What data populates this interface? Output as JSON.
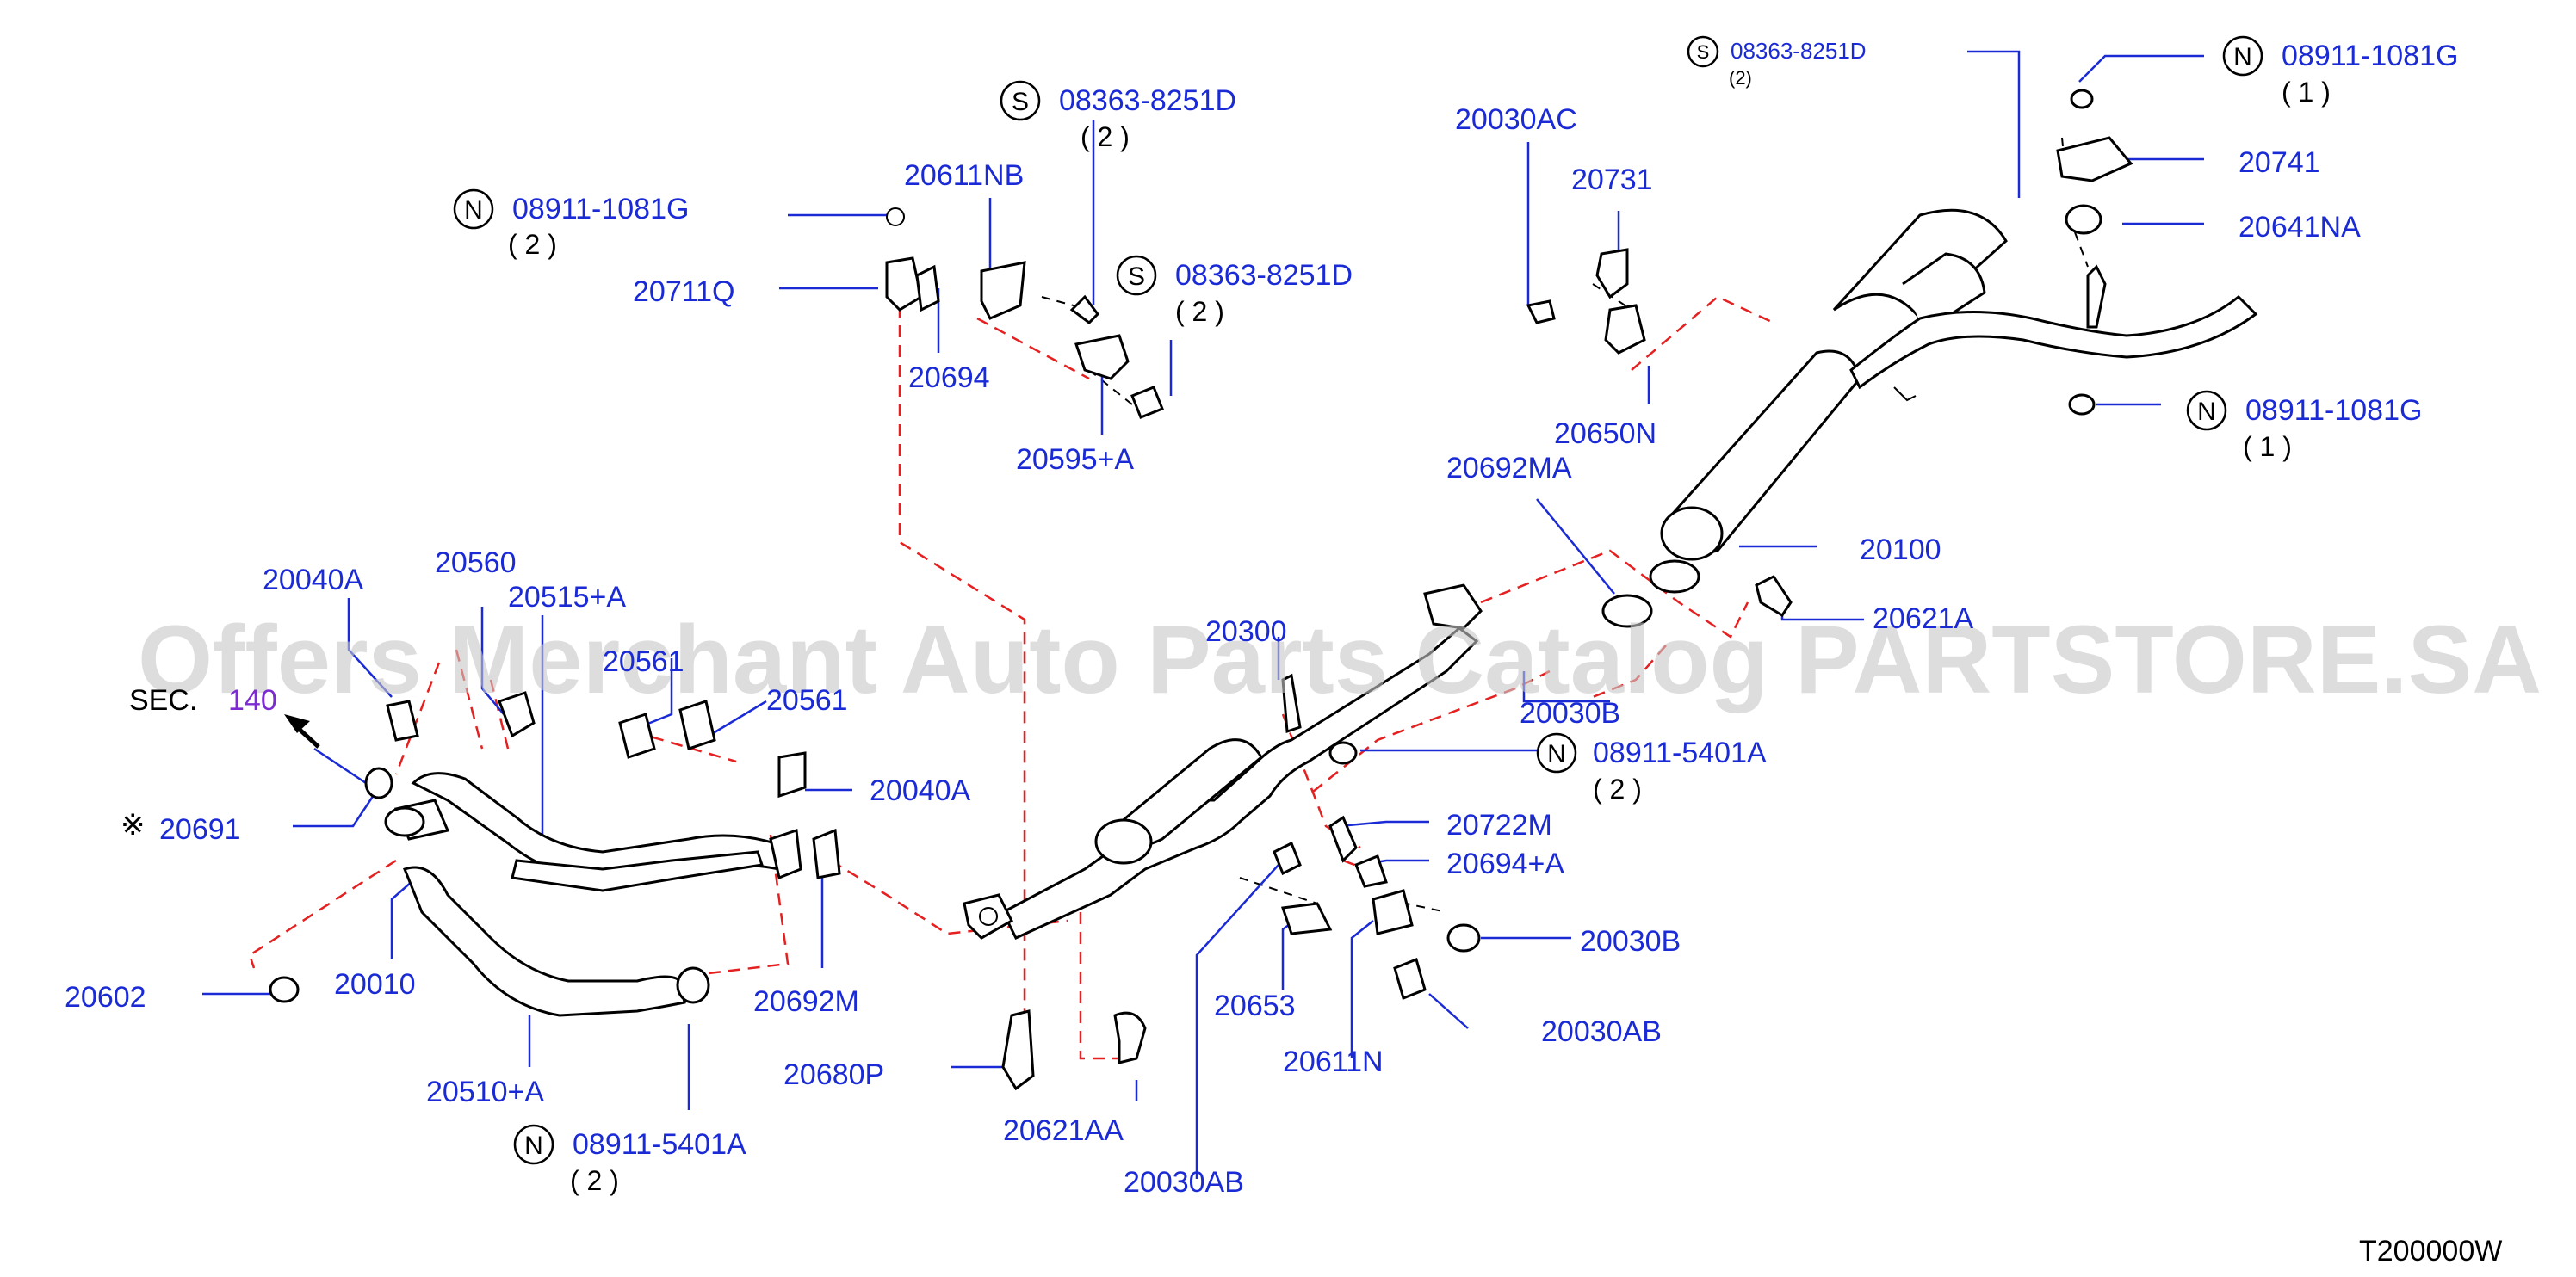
{
  "diagram": {
    "watermark": "Offers Merchant Auto Parts Catalog PARTSTORE.SA",
    "code": "T200000W",
    "sec": {
      "prefix": "SEC.",
      "number": "140"
    },
    "asterisk": "※",
    "labels": {
      "p20030AC": "20030AC",
      "p20731": "20731",
      "p20650N": "20650N",
      "p20692MA": "20692MA",
      "p20100": "20100",
      "p20621A": "20621A",
      "p20741": "20741",
      "p20641NA": "20641NA",
      "p20611NB": "20611NB",
      "p20711Q": "20711Q",
      "p20694": "20694",
      "p20595A": "20595+A",
      "p20040A_top": "20040A",
      "p20560": "20560",
      "p20515A": "20515+A",
      "p20561_a": "20561",
      "p20561_b": "20561",
      "p20691": "20691",
      "p20040A_mid": "20040A",
      "p20602": "20602",
      "p20010": "20010",
      "p20692M": "20692M",
      "p20510A": "20510+A",
      "p20680P": "20680P",
      "p20621AA": "20621AA",
      "p20030AB_bottom": "20030AB",
      "p20300": "20300",
      "p20030B_top": "20030B",
      "p20722M": "20722M",
      "p20694A": "20694+A",
      "p20030B_bottom": "20030B",
      "p20653": "20653",
      "p20611N": "20611N",
      "p20030AB_right": "20030AB"
    },
    "callouts": {
      "s_top_left": {
        "marker": "S",
        "part": "08363-8251D",
        "qty": "( 2 )"
      },
      "n_top_left": {
        "marker": "N",
        "part": "08911-1081G",
        "qty": "( 2 )"
      },
      "s_mid_left": {
        "marker": "S",
        "part": "08363-8251D",
        "qty": "( 2 )"
      },
      "s_top_right": {
        "marker": "S",
        "part": "08363-8251D",
        "qty": "(2)"
      },
      "n_top_right": {
        "marker": "N",
        "part": "08911-1081G",
        "qty": "( 1 )"
      },
      "n_mid_right": {
        "marker": "N",
        "part": "08911-1081G",
        "qty": "( 1 )"
      },
      "n_center": {
        "marker": "N",
        "part": "08911-5401A",
        "qty": "( 2 )"
      },
      "n_bottom_left": {
        "marker": "N",
        "part": "08911-5401A",
        "qty": "( 2 )"
      }
    }
  }
}
